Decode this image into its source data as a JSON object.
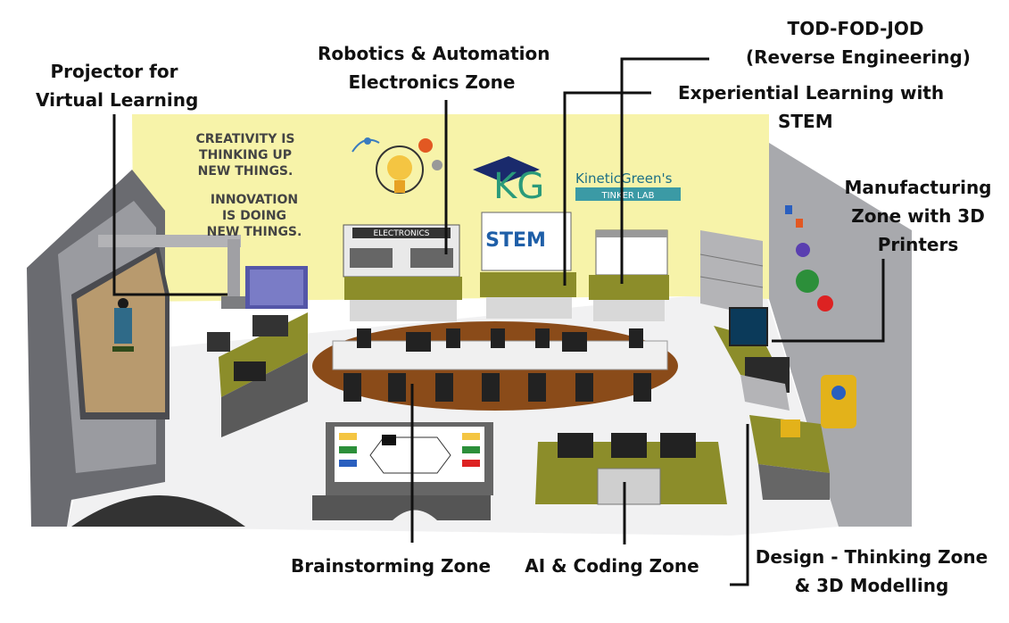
{
  "labels": {
    "projector": [
      "Projector for",
      "Virtual Learning"
    ],
    "robotics": [
      "Robotics & Automation",
      "Electronics Zone"
    ],
    "todfodjod": [
      "TOD-FOD-JOD",
      "(Reverse Engineering)"
    ],
    "experiential": [
      "Experiential Learning with",
      "STEM"
    ],
    "manufacturing": [
      "Manufacturing",
      "Zone with 3D",
      "Printers"
    ],
    "brainstorming": "Brainstorming Zone",
    "ai_coding": "AI & Coding Zone",
    "design": [
      "Design - Thinking Zone",
      "& 3D Modelling"
    ]
  },
  "wall": {
    "quote1": [
      "CREATIVITY IS",
      "THINKING UP",
      "NEW THINGS."
    ],
    "quote2": [
      "INNOVATION",
      "IS DOING",
      "NEW THINGS."
    ],
    "logo_letters": "KG",
    "brand": "KineticGreen's",
    "brand_sub": "TINKER LAB",
    "electronics_sign": "ELECTRONICS",
    "stem_sign": "STEM"
  },
  "colors": {
    "back_wall": "#f7f3a9",
    "side_wall": "#a7a8ac",
    "floor": "#f2f2f3",
    "table_olive": "#8c8d2a",
    "oval_brown": "#8a4b19",
    "leader_line": "#111111"
  }
}
